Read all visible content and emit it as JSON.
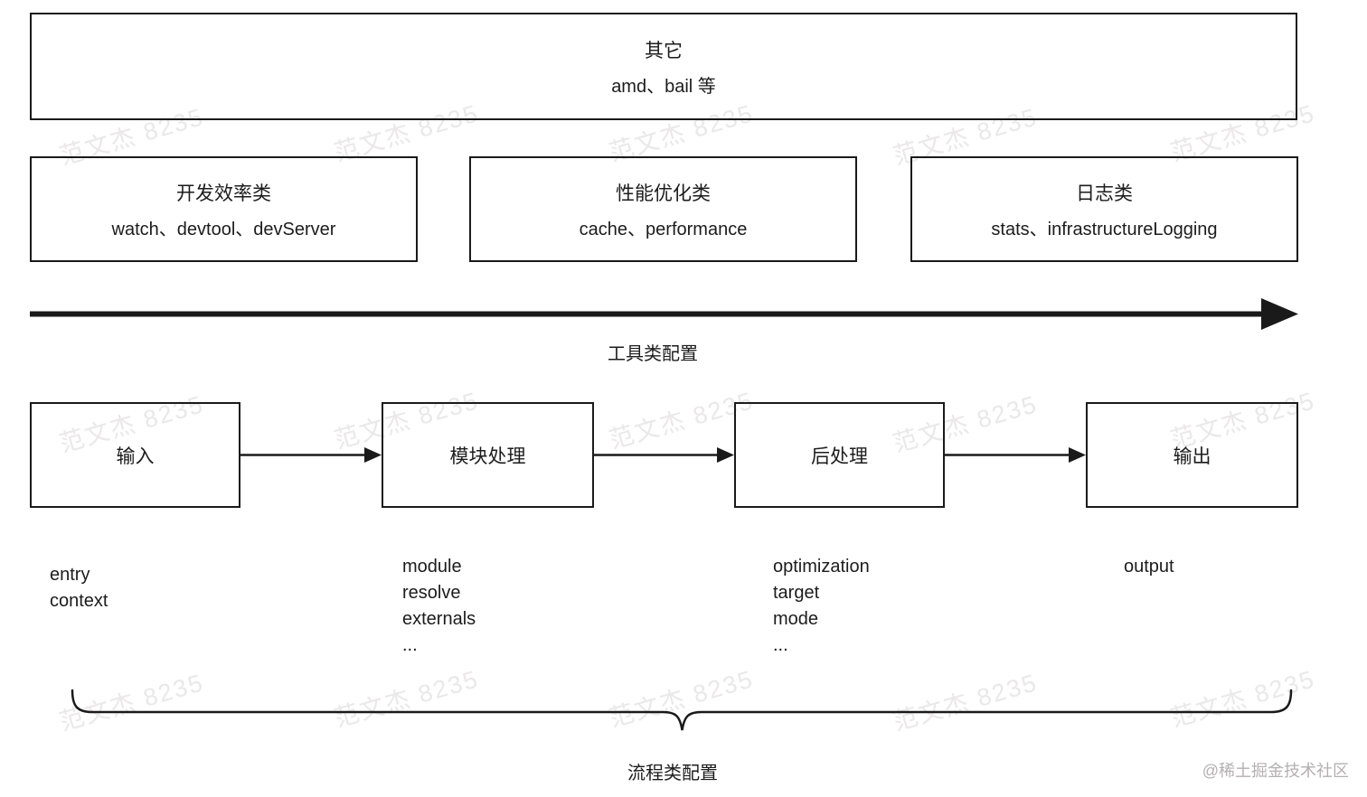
{
  "diagram": {
    "other_box": {
      "title": "其它",
      "subtitle": "amd、bail 等"
    },
    "category_boxes": [
      {
        "title": "开发效率类",
        "subtitle": "watch、devtool、devServer"
      },
      {
        "title": "性能优化类",
        "subtitle": "cache、performance"
      },
      {
        "title": "日志类",
        "subtitle": "stats、infrastructureLogging"
      }
    ],
    "tool_axis_label": "工具类配置",
    "flow": {
      "stages": [
        {
          "label": "输入",
          "props": [
            "entry",
            "context"
          ]
        },
        {
          "label": "模块处理",
          "props": [
            "module",
            "resolve",
            "externals",
            "..."
          ]
        },
        {
          "label": "后处理",
          "props": [
            "optimization",
            "target",
            "mode",
            "..."
          ]
        },
        {
          "label": "输出",
          "props": [
            "output"
          ]
        }
      ]
    },
    "process_brace_label": "流程类配置"
  },
  "watermark": {
    "text": "范文杰 8235"
  },
  "credit": "@稀土掘金技术社区",
  "colors": {
    "line": "#1a1a1a",
    "text": "#1c1c1c",
    "watermark": "#eae8e8",
    "credit": "#b3b0b0",
    "background": "#ffffff"
  }
}
